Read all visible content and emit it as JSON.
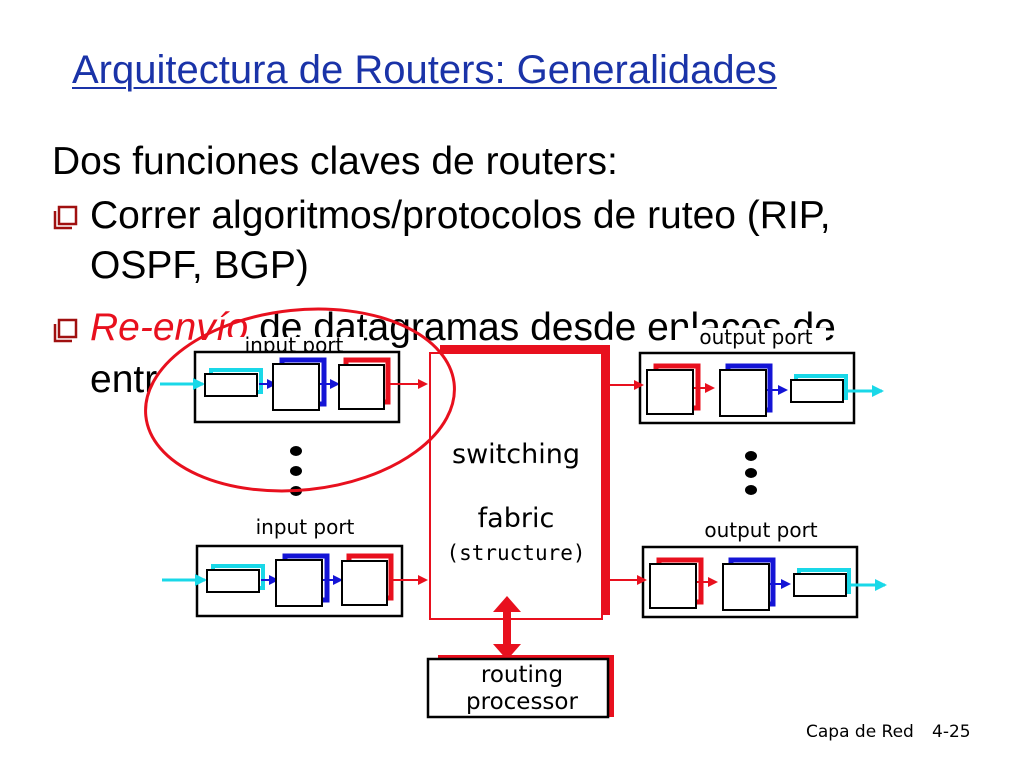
{
  "slide": {
    "title": "Arquitectura de Routers: Generalidades",
    "intro": "Dos funciones claves de routers:",
    "bullets": [
      {
        "line1": "Correr algoritmos/protocolos de ruteo (RIP,",
        "line2": "OSPF, BGP)"
      },
      {
        "line1_em": "Re-envío",
        "line1_rest": " de datagramas desde enlaces de",
        "line2": "entr"
      }
    ]
  },
  "diagram": {
    "input_port_top": "input port",
    "input_port_bottom": "input port",
    "output_port_top": "output port",
    "output_port_bottom": "output port",
    "fabric_line1": "switching",
    "fabric_line2": "fabric",
    "fabric_line3": "(structure)",
    "processor_line1": "routing",
    "processor_line2": "processor"
  },
  "footer": {
    "chapter": "Capa de Red",
    "page": "4-25"
  },
  "colors": {
    "title": "#1a33a8",
    "red": "#e8101e",
    "blue": "#1414d6",
    "cyan": "#19d8e8",
    "bullet": "#a01010"
  }
}
